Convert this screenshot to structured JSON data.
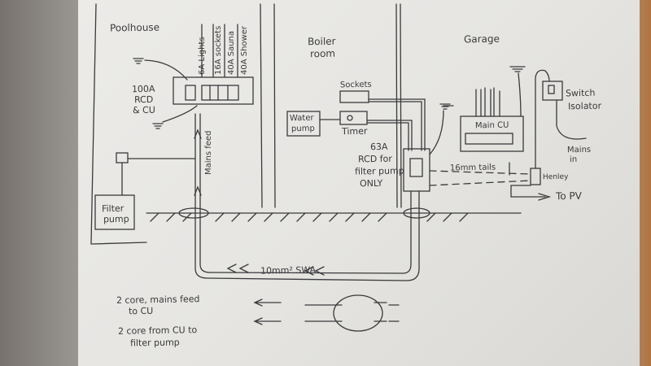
{
  "rooms": {
    "poolhouse": "Poolhouse",
    "boiler_room": [
      "Boiler",
      "room"
    ],
    "garage": "Garage"
  },
  "poolhouse": {
    "cu_label": [
      "100A",
      "RCD",
      "& CU"
    ],
    "circuits": [
      "6A Lights",
      "16A sockets",
      "40A Sauna",
      "40A Shower"
    ],
    "mains_feed": "Mains feed",
    "filter_pump": [
      "Filter",
      "pump"
    ]
  },
  "boiler": {
    "sockets": "Sockets",
    "water_pump": [
      "Water",
      "pump"
    ],
    "timer": "Timer",
    "rcd_label": [
      "63A",
      "RCD for",
      "filter pump",
      "ONLY"
    ]
  },
  "garage": {
    "main_cu": "Main CU",
    "isolator": [
      "Switch",
      "Isolator"
    ],
    "mains_in": [
      "Mains",
      "in"
    ],
    "henley": "Henley",
    "tails": "16mm tails",
    "to_pv": "To PV"
  },
  "cable": {
    "swa": "10mm² SWA",
    "legend_1": [
      "2 core, mains feed",
      "to CU"
    ],
    "legend_2": [
      "2 core from CU to",
      "filter pump"
    ]
  },
  "colors": {
    "ink": "#3a3a3c",
    "paper": "#e8e7e4"
  }
}
